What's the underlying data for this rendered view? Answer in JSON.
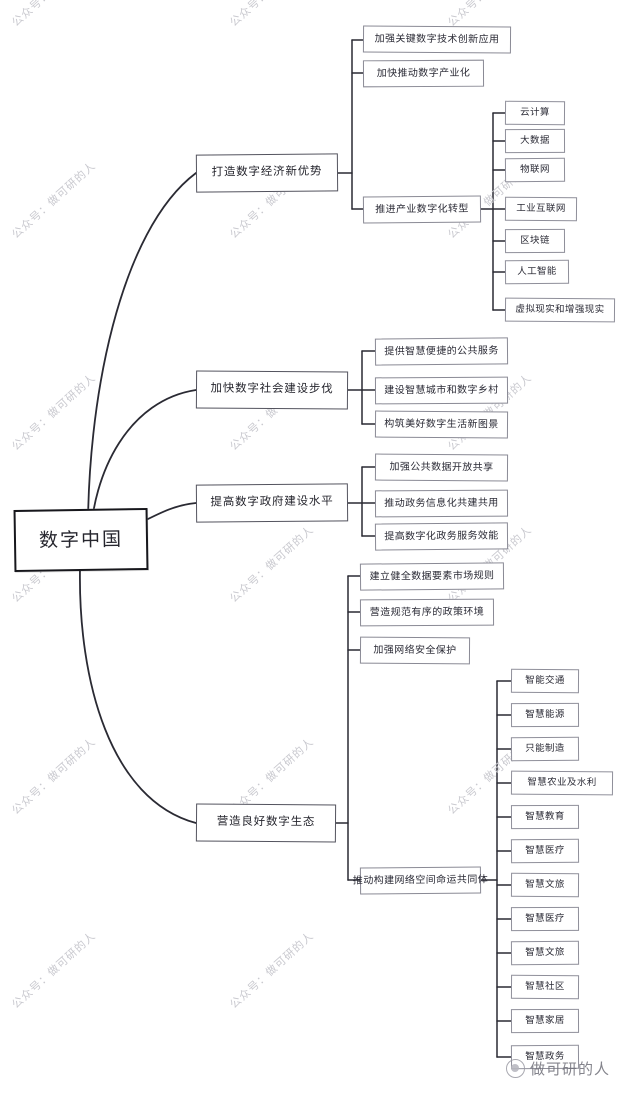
{
  "diagram": {
    "type": "mindmap",
    "title": "数字中国",
    "root": {
      "label": "数字中国"
    },
    "branches": [
      {
        "label": "打造数字经济新优势",
        "children": [
          {
            "label": "加强关键数字技术创新应用",
            "children": []
          },
          {
            "label": "加快推动数字产业化",
            "children": []
          },
          {
            "label": "推进产业数字化转型",
            "children": [
              {
                "label": "云计算"
              },
              {
                "label": "大数据"
              },
              {
                "label": "物联网"
              },
              {
                "label": "工业互联网"
              },
              {
                "label": "区块链"
              },
              {
                "label": "人工智能"
              },
              {
                "label": "虚拟现实和增强现实"
              }
            ]
          }
        ]
      },
      {
        "label": "加快数字社会建设步伐",
        "children": [
          {
            "label": "提供智慧便捷的公共服务",
            "children": []
          },
          {
            "label": "建设智慧城市和数字乡村",
            "children": []
          },
          {
            "label": "构筑美好数字生活新图景",
            "children": []
          }
        ]
      },
      {
        "label": "提高数字政府建设水平",
        "children": [
          {
            "label": "加强公共数据开放共享",
            "children": []
          },
          {
            "label": "推动政务信息化共建共用",
            "children": []
          },
          {
            "label": "提高数字化政务服务效能",
            "children": []
          }
        ]
      },
      {
        "label": "营造良好数字生态",
        "children": [
          {
            "label": "建立健全数据要素市场规则",
            "children": []
          },
          {
            "label": "营造规范有序的政策环境",
            "children": []
          },
          {
            "label": "加强网络安全保护",
            "children": []
          },
          {
            "label": "推动构建网络空间命运共同体",
            "children": [
              {
                "label": "智能交通"
              },
              {
                "label": "智慧能源"
              },
              {
                "label": "只能制造"
              },
              {
                "label": "智慧农业及水利"
              },
              {
                "label": "智慧教育"
              },
              {
                "label": "智慧医疗"
              },
              {
                "label": "智慧文旅"
              },
              {
                "label": "智慧医疗"
              },
              {
                "label": "智慧文旅"
              },
              {
                "label": "智慧社区"
              },
              {
                "label": "智慧家居"
              },
              {
                "label": "智慧政务"
              }
            ]
          }
        ]
      }
    ]
  },
  "watermark": {
    "text": "公众号：做可研的人",
    "brand_text": "做可研的人",
    "color": "#c9c9cf"
  }
}
